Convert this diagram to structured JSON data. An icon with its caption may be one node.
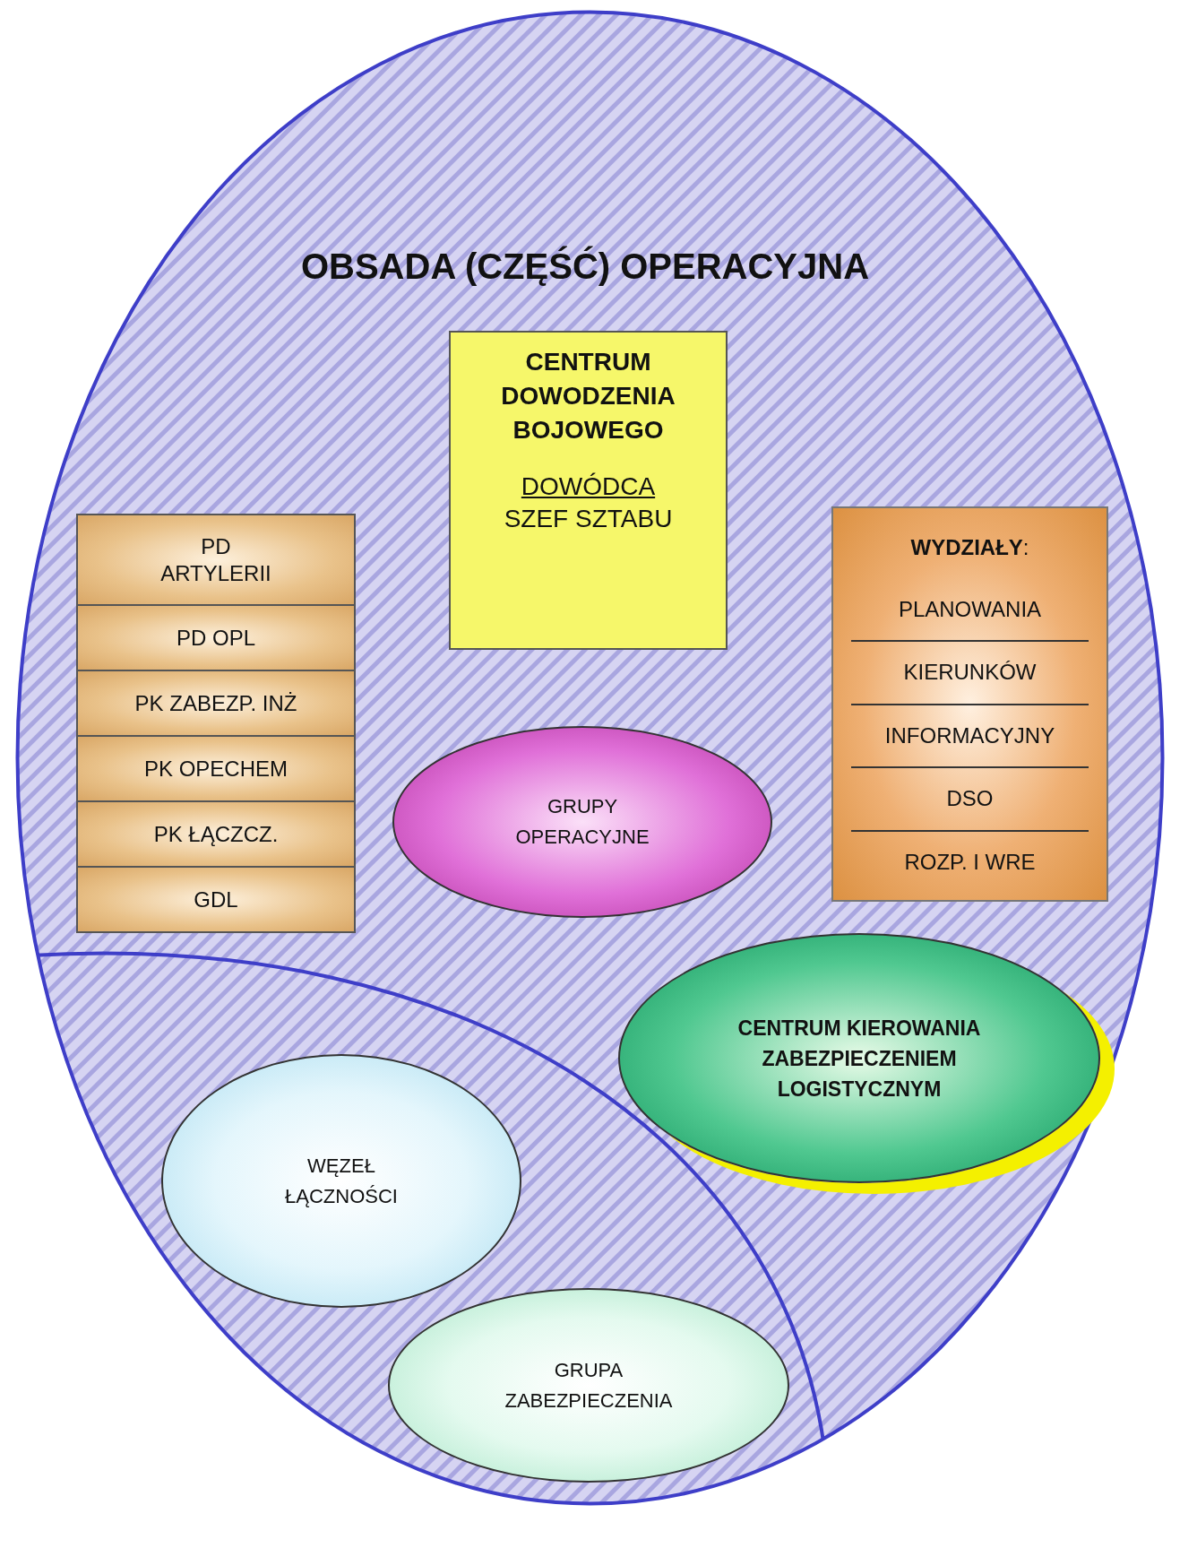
{
  "diagram": {
    "nodes": [
      {
        "text": [
          "OBSADA (CZĘŚĆ) OPERACYJNA"
        ]
      },
      {
        "text": [
          "CENTRUM DOWODZENIA BOJOWEGO",
          "DOWÓDCA",
          "SZEF SZTABU"
        ],
        "in": 0
      },
      {
        "text": [
          "PD ARTYLERII",
          "PD OPL",
          "PK ZABEZP. INŻ",
          "PK OPECHEM",
          "PK ŁĄCZCZ.",
          "GDL"
        ],
        "in": 0
      },
      {
        "text": [
          "**WYDZIAŁY**:",
          "PLANOWANIA",
          "KIERUNKÓW",
          "INFORMACYJNY",
          "DSO",
          "ROZP. I WRE"
        ],
        "in": 0
      },
      {
        "text": [
          "GRUPY OPERACYJNE"
        ],
        "in": 0
      },
      {
        "text": [
          "CENTRUM KIEROWANIA ZABEZPIECZENIEM LOGISTYCZNYM"
        ],
        "in": 0
      },
      {
        "text": [
          "WĘZEŁ ŁĄCZNOŚCI"
        ],
        "in": 0
      },
      {
        "text": [
          "GRUPA ZABEZPIECZENIA"
        ],
        "in": 0
      }
    ],
    "edges": []
  }
}
